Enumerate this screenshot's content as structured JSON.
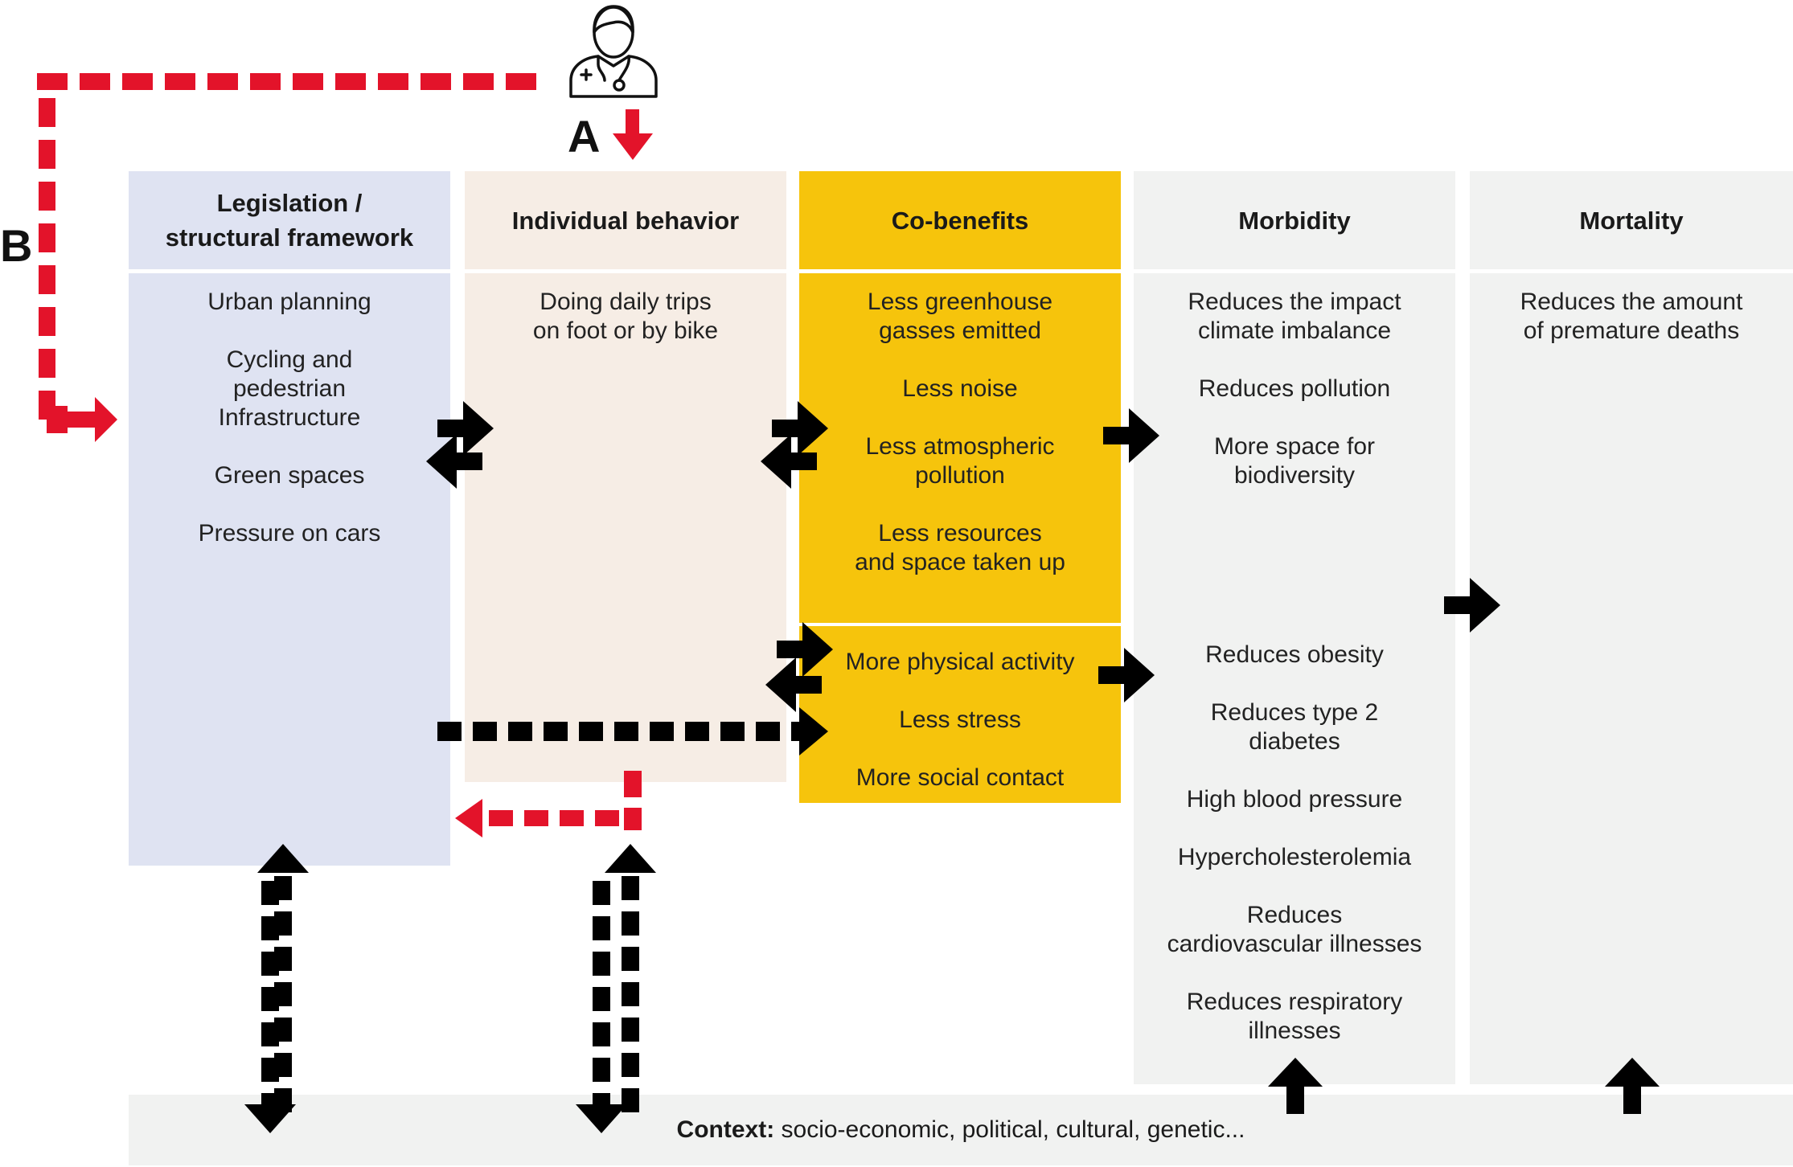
{
  "letters": {
    "a": "A",
    "b": "B"
  },
  "columns": [
    {
      "header": "Legislation /\nstructural framework",
      "items": [
        "Urban planning",
        "Cycling and\npedestrian\nInfrastructure",
        "Green spaces",
        "Pressure on cars"
      ]
    },
    {
      "header": "Individual behavior",
      "items": [
        "Doing daily trips\non foot or by bike"
      ]
    },
    {
      "header": "Co-benefits",
      "items_top": [
        "Less greenhouse\ngasses emitted",
        "Less noise",
        "Less atmospheric\npollution",
        "Less resources\nand space taken up"
      ],
      "items_bottom": [
        "More physical activity",
        "Less stress",
        "More social contact"
      ]
    },
    {
      "header": "Morbidity",
      "items_top": [
        "Reduces the impact\nclimate imbalance",
        "Reduces pollution",
        "More space for\nbiodiversity"
      ],
      "items_bottom": [
        "Reduces obesity",
        "Reduces type 2\ndiabetes",
        "High blood pressure",
        "Hypercholesterolemia",
        "Reduces\ncardiovascular illnesses",
        "Reduces respiratory\nillnesses"
      ]
    },
    {
      "header": "Mortality",
      "items": [
        "Reduces the amount\nof premature deaths"
      ]
    }
  ],
  "context": {
    "label": "Context:",
    "text": " socio-economic, political, cultural, genetic..."
  },
  "icons": [
    "doctor-icon",
    "arrow-icon",
    "double-arrow-icon"
  ],
  "colors": {
    "legislation": "#dfe3f2",
    "behavior": "#f6ede5",
    "cobenefits": "#f6c40c",
    "morbidity": "#f1f2f1",
    "mortality": "#f1f2f1",
    "red_path": "#e3132a",
    "arrow": "#000000"
  }
}
